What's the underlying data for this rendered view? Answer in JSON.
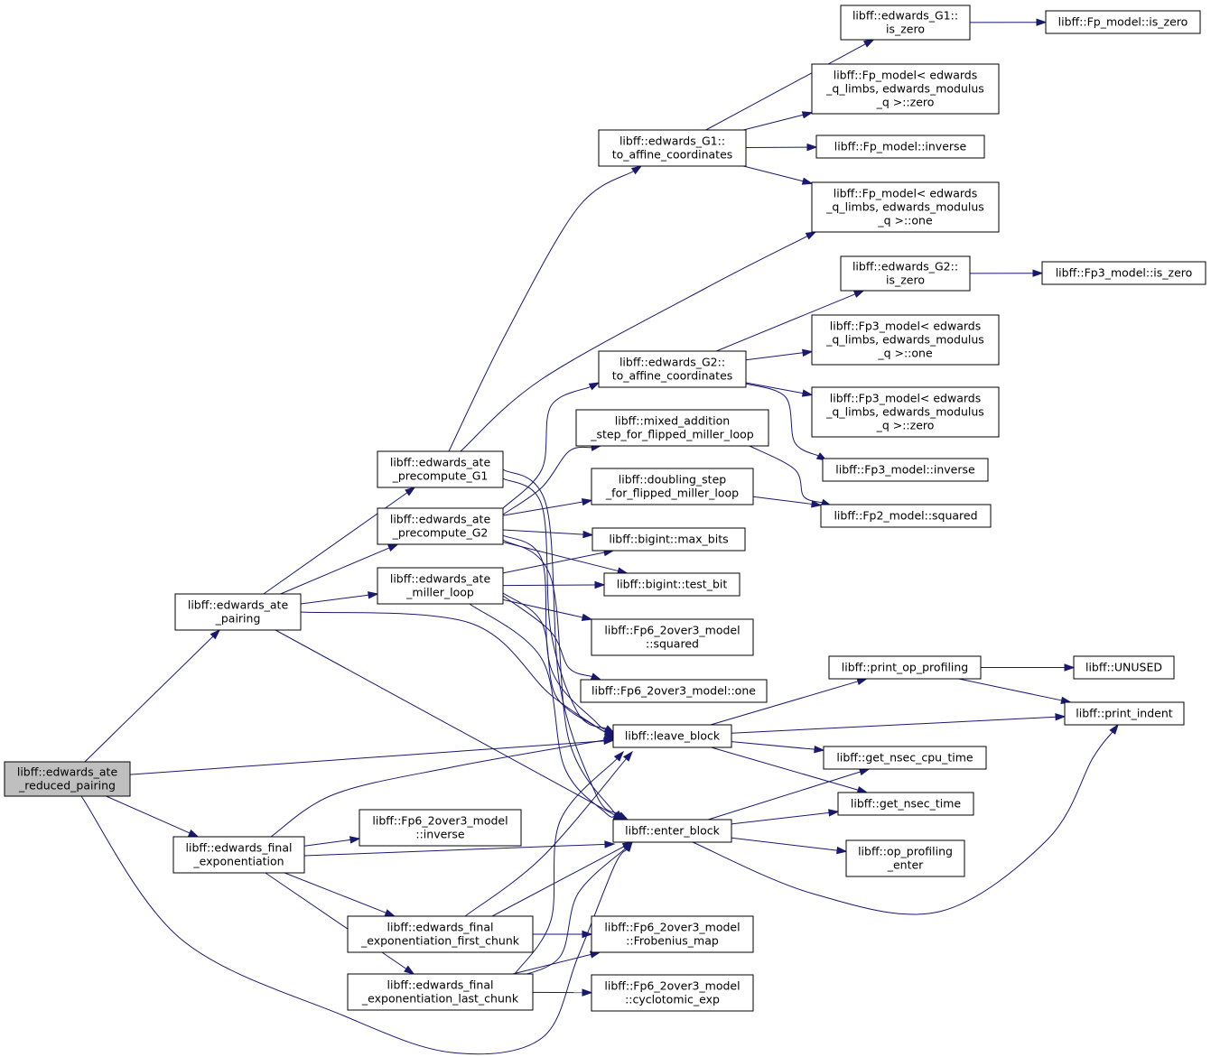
{
  "nodes": [
    {
      "id": "root",
      "lines": [
        "libff::edwards_ate",
        "_reduced_pairing"
      ]
    },
    {
      "id": "pairing",
      "lines": [
        "libff::edwards_ate",
        "_pairing"
      ]
    },
    {
      "id": "final_exp",
      "lines": [
        "libff::edwards_final",
        "_exponentiation"
      ]
    },
    {
      "id": "pre_g1",
      "lines": [
        "libff::edwards_ate",
        "_precompute_G1"
      ]
    },
    {
      "id": "pre_g2",
      "lines": [
        "libff::edwards_ate",
        "_precompute_G2"
      ]
    },
    {
      "id": "miller",
      "lines": [
        "libff::edwards_ate",
        "_miller_loop"
      ]
    },
    {
      "id": "fp6_inverse",
      "lines": [
        "libff::Fp6_2over3_model",
        "::inverse"
      ]
    },
    {
      "id": "first_chunk",
      "lines": [
        "libff::edwards_final",
        "_exponentiation_first_chunk"
      ]
    },
    {
      "id": "last_chunk",
      "lines": [
        "libff::edwards_final",
        "_exponentiation_last_chunk"
      ]
    },
    {
      "id": "g1_affine",
      "lines": [
        "libff::edwards_G1::",
        "to_affine_coordinates"
      ]
    },
    {
      "id": "g2_affine",
      "lines": [
        "libff::edwards_G2::",
        "to_affine_coordinates"
      ]
    },
    {
      "id": "mixed_add",
      "lines": [
        "libff::mixed_addition",
        "_step_for_flipped_miller_loop"
      ]
    },
    {
      "id": "doubling",
      "lines": [
        "libff::doubling_step",
        "_for_flipped_miller_loop"
      ]
    },
    {
      "id": "max_bits",
      "lines": [
        "libff::bigint::max_bits"
      ]
    },
    {
      "id": "test_bit",
      "lines": [
        "libff::bigint::test_bit"
      ]
    },
    {
      "id": "fp6_squared",
      "lines": [
        "libff::Fp6_2over3_model",
        "::squared"
      ]
    },
    {
      "id": "fp6_one",
      "lines": [
        "libff::Fp6_2over3_model::one"
      ]
    },
    {
      "id": "leave_block",
      "lines": [
        "libff::leave_block"
      ]
    },
    {
      "id": "enter_block",
      "lines": [
        "libff::enter_block"
      ]
    },
    {
      "id": "frobenius",
      "lines": [
        "libff::Fp6_2over3_model",
        "::Frobenius_map"
      ]
    },
    {
      "id": "cyclotomic",
      "lines": [
        "libff::Fp6_2over3_model",
        "::cyclotomic_exp"
      ]
    },
    {
      "id": "g1_is_zero",
      "lines": [
        "libff::edwards_G1::",
        "is_zero"
      ]
    },
    {
      "id": "fp_zero",
      "lines": [
        "libff::Fp_model< edwards",
        "_q_limbs, edwards_modulus",
        "_q >::zero"
      ]
    },
    {
      "id": "fp_inverse",
      "lines": [
        "libff::Fp_model::inverse"
      ]
    },
    {
      "id": "fp_one",
      "lines": [
        "libff::Fp_model< edwards",
        "_q_limbs, edwards_modulus",
        "_q >::one"
      ]
    },
    {
      "id": "g2_is_zero",
      "lines": [
        "libff::edwards_G2::",
        "is_zero"
      ]
    },
    {
      "id": "fp3_one",
      "lines": [
        "libff::Fp3_model< edwards",
        "_q_limbs, edwards_modulus",
        "_q >::one"
      ]
    },
    {
      "id": "fp3_zero",
      "lines": [
        "libff::Fp3_model< edwards",
        "_q_limbs, edwards_modulus",
        "_q >::zero"
      ]
    },
    {
      "id": "fp3_inverse",
      "lines": [
        "libff::Fp3_model::inverse"
      ]
    },
    {
      "id": "fp2_squared",
      "lines": [
        "libff::Fp2_model::squared"
      ]
    },
    {
      "id": "print_op",
      "lines": [
        "libff::print_op_profiling"
      ]
    },
    {
      "id": "get_cpu",
      "lines": [
        "libff::get_nsec_cpu_time"
      ]
    },
    {
      "id": "get_nsec",
      "lines": [
        "libff::get_nsec_time"
      ]
    },
    {
      "id": "op_enter",
      "lines": [
        "libff::op_profiling",
        "_enter"
      ]
    },
    {
      "id": "fp_is_zero",
      "lines": [
        "libff::Fp_model::is_zero"
      ]
    },
    {
      "id": "fp3_is_zero",
      "lines": [
        "libff::Fp3_model::is_zero"
      ]
    },
    {
      "id": "unused",
      "lines": [
        "libff::UNUSED"
      ]
    },
    {
      "id": "print_indent",
      "lines": [
        "libff::print_indent"
      ]
    }
  ],
  "edges": [
    [
      "root",
      "pairing"
    ],
    [
      "root",
      "final_exp"
    ],
    [
      "root",
      "leave_block"
    ],
    [
      "root",
      "enter_block"
    ],
    [
      "pairing",
      "pre_g1"
    ],
    [
      "pairing",
      "pre_g2"
    ],
    [
      "pairing",
      "miller"
    ],
    [
      "pairing",
      "leave_block"
    ],
    [
      "pairing",
      "enter_block"
    ],
    [
      "final_exp",
      "fp6_inverse"
    ],
    [
      "final_exp",
      "first_chunk"
    ],
    [
      "final_exp",
      "last_chunk"
    ],
    [
      "final_exp",
      "leave_block"
    ],
    [
      "final_exp",
      "enter_block"
    ],
    [
      "pre_g1",
      "g1_affine"
    ],
    [
      "pre_g1",
      "fp_one"
    ],
    [
      "pre_g1",
      "leave_block"
    ],
    [
      "pre_g1",
      "enter_block"
    ],
    [
      "pre_g2",
      "g2_affine"
    ],
    [
      "pre_g2",
      "mixed_add"
    ],
    [
      "pre_g2",
      "doubling"
    ],
    [
      "pre_g2",
      "max_bits"
    ],
    [
      "pre_g2",
      "test_bit"
    ],
    [
      "pre_g2",
      "leave_block"
    ],
    [
      "pre_g2",
      "enter_block"
    ],
    [
      "miller",
      "max_bits"
    ],
    [
      "miller",
      "test_bit"
    ],
    [
      "miller",
      "fp6_squared"
    ],
    [
      "miller",
      "fp6_one"
    ],
    [
      "miller",
      "leave_block"
    ],
    [
      "miller",
      "enter_block"
    ],
    [
      "first_chunk",
      "frobenius"
    ],
    [
      "first_chunk",
      "leave_block"
    ],
    [
      "first_chunk",
      "enter_block"
    ],
    [
      "last_chunk",
      "frobenius"
    ],
    [
      "last_chunk",
      "cyclotomic"
    ],
    [
      "last_chunk",
      "leave_block"
    ],
    [
      "last_chunk",
      "enter_block"
    ],
    [
      "g1_affine",
      "g1_is_zero"
    ],
    [
      "g1_affine",
      "fp_zero"
    ],
    [
      "g1_affine",
      "fp_inverse"
    ],
    [
      "g1_affine",
      "fp_one"
    ],
    [
      "g2_affine",
      "g2_is_zero"
    ],
    [
      "g2_affine",
      "fp3_one"
    ],
    [
      "g2_affine",
      "fp3_zero"
    ],
    [
      "g2_affine",
      "fp3_inverse"
    ],
    [
      "mixed_add",
      "fp2_squared"
    ],
    [
      "doubling",
      "fp2_squared"
    ],
    [
      "g1_is_zero",
      "fp_is_zero"
    ],
    [
      "g2_is_zero",
      "fp3_is_zero"
    ],
    [
      "leave_block",
      "print_op"
    ],
    [
      "leave_block",
      "print_indent"
    ],
    [
      "leave_block",
      "get_cpu"
    ],
    [
      "leave_block",
      "get_nsec"
    ],
    [
      "enter_block",
      "get_cpu"
    ],
    [
      "enter_block",
      "get_nsec"
    ],
    [
      "enter_block",
      "op_enter"
    ],
    [
      "enter_block",
      "print_indent"
    ],
    [
      "print_op",
      "unused"
    ],
    [
      "print_op",
      "print_indent"
    ]
  ],
  "colors": {
    "edge": "#191970",
    "root_fill": "#bfbfbf",
    "node_fill": "#ffffff",
    "border": "#000000"
  }
}
